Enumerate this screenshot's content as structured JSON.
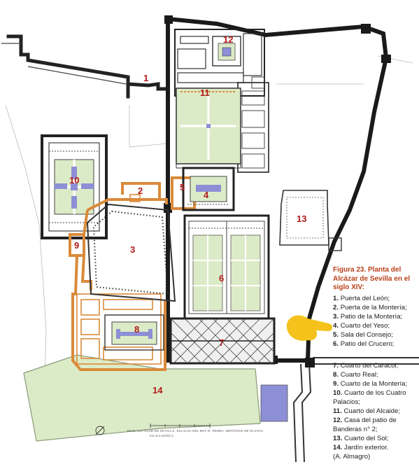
{
  "caption": {
    "title": "Figura 23. Planta del Alcázar de Sevilla en el siglo XIV:",
    "items": [
      {
        "n": "1.",
        "label": "Puerta del León;"
      },
      {
        "n": "2.",
        "label": "Puerta de la Montería;"
      },
      {
        "n": "3.",
        "label": "Patio de la Montería;"
      },
      {
        "n": "4.",
        "label": "Cuarto del Yeso;"
      },
      {
        "n": "5.",
        "label": "Sala del Consejo;"
      },
      {
        "n": "6.",
        "label": "Patio del Crucero;"
      },
      {
        "n": "7.",
        "label": "Cuarto del Caracol;"
      },
      {
        "n": "8.",
        "label": "Cuarto Real;"
      },
      {
        "n": "9.",
        "label": "Cuarto de la Montería;"
      },
      {
        "n": "10.",
        "label": "Cuarto de los Cuatro Palacios;"
      },
      {
        "n": "11.",
        "label": "Cuarto del Alcaide;"
      },
      {
        "n": "12.",
        "label": "Casa del patio de Banderas n° 2;"
      },
      {
        "n": "13.",
        "label": "Cuarto del Sol;"
      },
      {
        "n": "14.",
        "label": "Jardín exterior."
      }
    ],
    "credit": "(A. Almagro)"
  },
  "map_labels": {
    "l1": "1",
    "l2": "2",
    "l3": "3",
    "l4": "4",
    "l5": "5",
    "l6": "6",
    "l7": "7",
    "l8": "8",
    "l9": "9",
    "l10": "10",
    "l11": "11",
    "l12": "12",
    "l13": "13",
    "l14": "14"
  },
  "scale_caption": "REAL ALCÁZAR DE SEVILLA. PALACIO DEL REY D. PEDRO. HIPÓTESIS DE PLANTA",
  "scale_subcaption": "ESCALA GRÁFICA",
  "colors": {
    "wall": "#222222",
    "orange_wall": "#d98a3a",
    "garden": "#dcebc7",
    "pool": "#8d8fd6",
    "label": "#b21a1a",
    "caption_title": "#b8401a",
    "highlight": "#f5c21b"
  }
}
